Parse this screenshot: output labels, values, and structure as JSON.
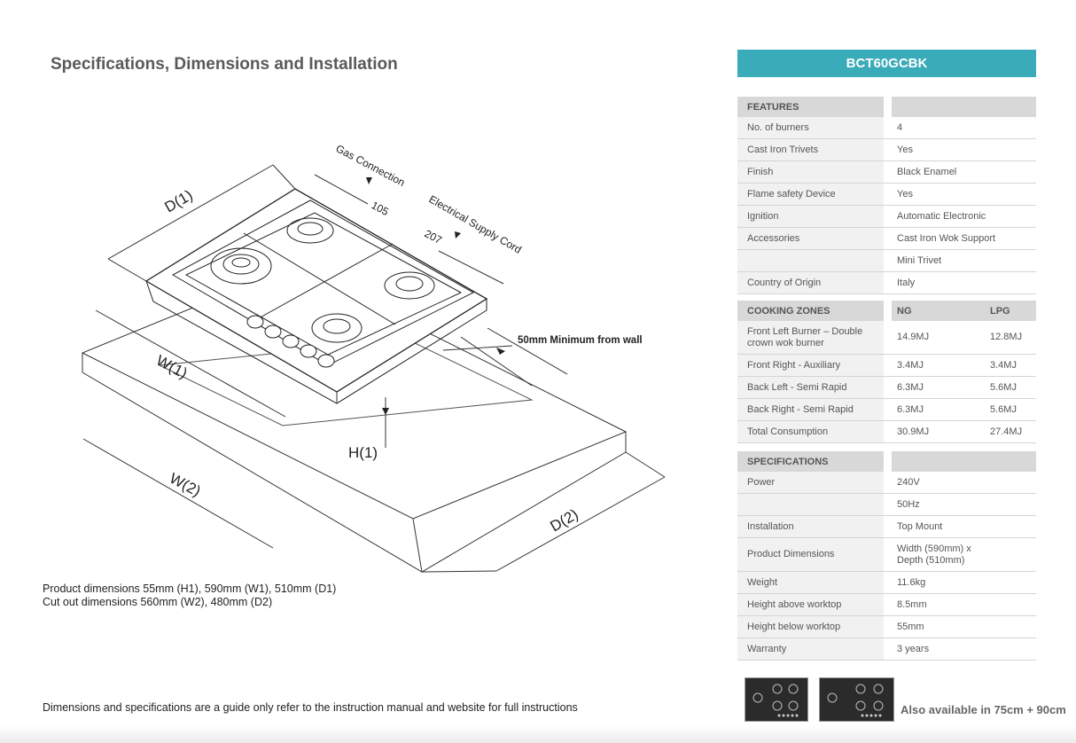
{
  "page_title": "Specifications, Dimensions and Installation",
  "diagram": {
    "labels": {
      "gas": "Gas Connection",
      "elec": "Electrical Supply Cord",
      "d105": "105",
      "d207": "207",
      "wall": "50mm Minimum from wall",
      "d1": "D(1)",
      "w1": "W(1)",
      "h1": "H(1)",
      "w2": "W(2)",
      "d2": "D(2)"
    }
  },
  "dimensions_text": {
    "line1": "Product dimensions 55mm (H1), 590mm (W1), 510mm (D1)",
    "line2": "Cut out dimensions 560mm (W2), 480mm (D2)"
  },
  "footer_note": "Dimensions and specifications are a guide only refer to the instruction manual and website for full instructions",
  "model": "BCT60GCBK",
  "features": {
    "header": "FEATURES",
    "rows": [
      {
        "k": "No. of burners",
        "v": "4"
      },
      {
        "k": "Cast Iron Trivets",
        "v": "Yes"
      },
      {
        "k": "Finish",
        "v": "Black Enamel"
      },
      {
        "k": "Flame safety Device",
        "v": "Yes"
      },
      {
        "k": "Ignition",
        "v": "Automatic Electronic"
      },
      {
        "k": "Accessories",
        "v": "Cast Iron Wok Support"
      },
      {
        "k": "",
        "v": "Mini Trivet"
      },
      {
        "k": "Country of Origin",
        "v": "Italy"
      }
    ]
  },
  "cooking_zones": {
    "header": "COOKING ZONES",
    "col1": "NG",
    "col2": "LPG",
    "rows": [
      {
        "k": "Front Left Burner – Double crown wok burner",
        "ng": "14.9MJ",
        "lpg": "12.8MJ"
      },
      {
        "k": "Front Right  - Auxiliary",
        "ng": "3.4MJ",
        "lpg": "3.4MJ"
      },
      {
        "k": "Back Left - Semi Rapid",
        "ng": "6.3MJ",
        "lpg": "5.6MJ"
      },
      {
        "k": "Back Right - Semi Rapid",
        "ng": "6.3MJ",
        "lpg": "5.6MJ"
      },
      {
        "k": "Total Consumption",
        "ng": "30.9MJ",
        "lpg": "27.4MJ"
      }
    ]
  },
  "specifications": {
    "header": "SPECIFICATIONS",
    "rows": [
      {
        "k": "Power",
        "v": "240V"
      },
      {
        "k": "",
        "v": "50Hz"
      },
      {
        "k": "Installation",
        "v": "Top Mount"
      },
      {
        "k": "Product Dimensions",
        "v": "Width (590mm) x Depth (510mm)"
      },
      {
        "k": "Weight",
        "v": "11.6kg"
      },
      {
        "k": "Height above worktop",
        "v": "8.5mm"
      },
      {
        "k": "Height below worktop",
        "v": "55mm"
      },
      {
        "k": "Warranty",
        "v": "3 years"
      }
    ]
  },
  "also_available": "Also available in 75cm + 90cm"
}
